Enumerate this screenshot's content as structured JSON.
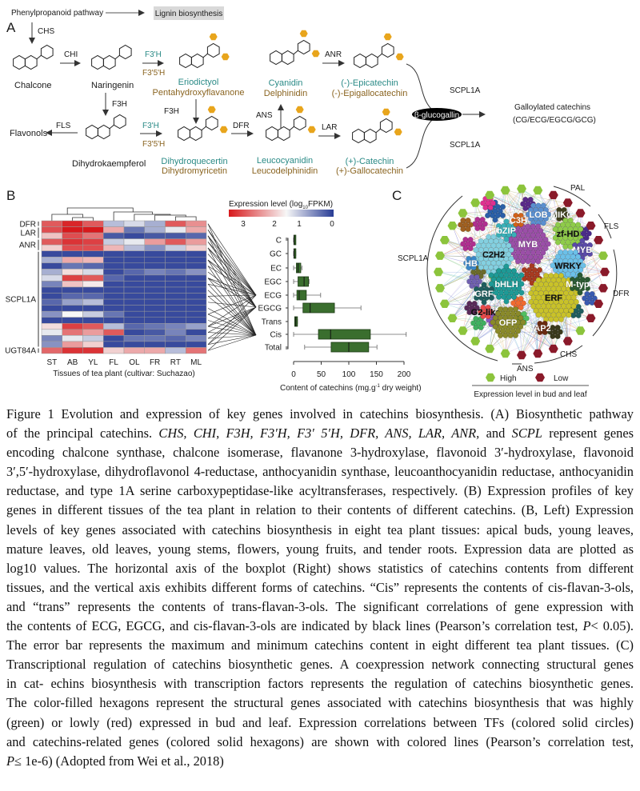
{
  "panel_a": {
    "label": "A",
    "phenylpropanoid": "Phenylpropanoid pathway",
    "lignin": "Lignin biosynthesis",
    "enzymes": {
      "chs": "CHS",
      "chi": "CHI",
      "f3h_1": "F3H",
      "f3h_2": "F3H",
      "f3ph_1": "F3'H",
      "f3p5ph_1": "F3'5'H",
      "f3ph_2": "F3'H",
      "f3p5ph_2": "F3'5'H",
      "fls": "FLS",
      "dfr": "DFR",
      "ans": "ANS",
      "anr": "ANR",
      "lar": "LAR",
      "scpl_top": "SCPL1A",
      "scpl_bottom": "SCPL1A"
    },
    "compounds": {
      "chalcone": "Chalcone",
      "naringenin": "Naringenin",
      "eriodictyol": "Eriodictyol",
      "pentahydroxyflavanone": "Pentahydroxyflavanone",
      "cyanidin": "Cyanidin",
      "delphinidin": "Delphinidin",
      "epicatechin": "(-)-Epicatechin",
      "epigallocatechin": "(-)-Epigallocatechin",
      "flavonols": "Flavonols",
      "dihydrokaempferol": "Dihydrokaempferol",
      "dihydroquercetin": "Dihydroquecertin",
      "dihydromyricetin": "Dihydromyricetin",
      "leucocyanidin": "Leucocyanidin",
      "leucodelphinidin": "Leucodelphinidin",
      "catechin": "(+)-Catechin",
      "gallocatechin": "(+)-Gallocatechin",
      "glucogallin": "β-glucogallin",
      "galloylated": "Galloylated catechins",
      "galloylated_list": "(CG/ECG/EGCG/GCG)"
    },
    "colors": {
      "teal": "#2a8a86",
      "brown": "#8a6420",
      "highlight": "#e8a51c"
    }
  },
  "panel_b": {
    "label": "B",
    "heatmap": {
      "type": "heatmap",
      "legend_title": "Expression level (log",
      "legend_sub": "10",
      "legend_unit": "FPKM)",
      "legend_ticks": [
        "3",
        "2",
        "1",
        "0"
      ],
      "range": [
        0,
        3
      ],
      "colors": {
        "high": "#d7191c",
        "mid": "#f7f7f7",
        "low": "#283c95"
      },
      "columns": [
        "ST",
        "AB",
        "YL",
        "FL",
        "OL",
        "FR",
        "RT",
        "ML"
      ],
      "xlabel": "Tissues of tea plant (cultivar: Suchazao)",
      "gene_groups": [
        {
          "name": "DFR",
          "rows": [
            0,
            0
          ]
        },
        {
          "name": "LAR",
          "rows": [
            1,
            2
          ]
        },
        {
          "name": "ANR",
          "rows": [
            3,
            4
          ]
        },
        {
          "name": "SCPL1A",
          "rows": [
            5,
            20
          ]
        },
        {
          "name": "UGT84A",
          "rows": [
            21,
            21
          ]
        }
      ],
      "values": [
        [
          2.5,
          2.9,
          2.5,
          0.9,
          1.1,
          0.8,
          2.5,
          2.1
        ],
        [
          2.6,
          3.0,
          3.0,
          1.9,
          0.4,
          0.8,
          1.2,
          1.9
        ],
        [
          1.7,
          2.6,
          2.3,
          0.2,
          0.1,
          0.2,
          0.2,
          0.3
        ],
        [
          2.5,
          2.8,
          2.7,
          1.0,
          1.2,
          2.0,
          2.5,
          2.0
        ],
        [
          1.6,
          2.6,
          2.6,
          1.8,
          0.9,
          0.6,
          1.0,
          1.6
        ],
        [
          0.1,
          0.1,
          0.1,
          0.1,
          0.1,
          0.1,
          0.1,
          0.1
        ],
        [
          0.8,
          1.9,
          1.8,
          0.1,
          0.1,
          0.1,
          0.1,
          0.1
        ],
        [
          0.1,
          0.4,
          0.3,
          0.1,
          0.1,
          0.1,
          0.1,
          0.1
        ],
        [
          0.8,
          1.5,
          1.1,
          0.1,
          0.3,
          0.5,
          0.4,
          0.6
        ],
        [
          1.1,
          2.7,
          2.5,
          0.3,
          0.1,
          0.1,
          0.1,
          0.1
        ],
        [
          0.5,
          1.7,
          1.4,
          0.1,
          0.1,
          0.1,
          0.1,
          0.1
        ],
        [
          0.1,
          0.1,
          0.1,
          0.1,
          0.1,
          0.1,
          0.1,
          0.1
        ],
        [
          0.1,
          0.3,
          0.3,
          0.1,
          0.1,
          0.1,
          0.1,
          0.1
        ],
        [
          0.3,
          0.7,
          0.9,
          0.1,
          0.1,
          0.1,
          0.1,
          0.1
        ],
        [
          0.1,
          0.1,
          0.1,
          0.1,
          0.1,
          0.1,
          0.1,
          0.1
        ],
        [
          0.6,
          1.3,
          1.0,
          0.4,
          0.1,
          0.1,
          0.1,
          0.1
        ],
        [
          0.1,
          0.1,
          0.1,
          0.1,
          0.1,
          0.1,
          0.1,
          0.1
        ],
        [
          1.5,
          2.7,
          2.5,
          0.9,
          0.3,
          0.4,
          0.5,
          0.7
        ],
        [
          1.2,
          2.3,
          2.0,
          2.5,
          0.1,
          0.2,
          0.5,
          0.1
        ],
        [
          0.5,
          1.2,
          1.0,
          0.1,
          0.4,
          0.4,
          0.3,
          0.5
        ],
        [
          0.6,
          2.0,
          1.6,
          0.1,
          0.1,
          0.1,
          0.1,
          0.1
        ],
        [
          2.4,
          2.8,
          2.8,
          1.6,
          1.9,
          1.9,
          0.9,
          2.3
        ]
      ]
    },
    "correlation_links": {
      "ECG": [
        0,
        1,
        2,
        3,
        4,
        6,
        7,
        9,
        10,
        12,
        15,
        17,
        20
      ],
      "EGCG": [
        1,
        2,
        3,
        4,
        5,
        6,
        8,
        9,
        13,
        17,
        18,
        19,
        20,
        21
      ],
      "Cis": [
        0,
        2,
        4,
        6,
        7,
        9,
        10,
        11,
        12,
        14,
        15,
        16,
        17,
        18,
        19,
        20,
        21
      ]
    },
    "boxplot": {
      "type": "box",
      "categories": [
        "C",
        "GC",
        "EC",
        "EGC",
        "ECG",
        "EGCG",
        "Trans",
        "Cis",
        "Total"
      ],
      "stats": [
        {
          "min": 0,
          "q1": 0.5,
          "median": 1,
          "q3": 2,
          "max": 2
        },
        {
          "min": 0,
          "q1": 0.5,
          "median": 1,
          "q3": 2,
          "max": 4
        },
        {
          "min": 0,
          "q1": 5,
          "median": 8,
          "q3": 13,
          "max": 15
        },
        {
          "min": 0,
          "q1": 8,
          "median": 19,
          "q3": 27,
          "max": 28
        },
        {
          "min": 0,
          "q1": 6,
          "median": 10,
          "q3": 23,
          "max": 49
        },
        {
          "min": 0,
          "q1": 17,
          "median": 30,
          "q3": 74,
          "max": 122
        },
        {
          "min": 2,
          "q1": 2,
          "median": 4,
          "q3": 7,
          "max": 7
        },
        {
          "min": 0,
          "q1": 45,
          "median": 67,
          "q3": 139,
          "max": 204
        },
        {
          "min": 20,
          "q1": 68,
          "median": 100,
          "q3": 136,
          "max": 151
        }
      ],
      "xlim": [
        0,
        200
      ],
      "xticks": [
        "0",
        "50",
        "100",
        "150",
        "200"
      ],
      "xlabel_pre": "Content of catechins (mg.g",
      "xlabel_sup": "-1",
      "xlabel_post": " dry weight)",
      "box_color": "#3a6e2e"
    }
  },
  "panel_c": {
    "label": "C",
    "gene_labels": {
      "pal": "PAL",
      "fls": "FLS",
      "scpl": "SCPL1A",
      "dfr": "DFR",
      "chs": "CHS",
      "ans": "ANS"
    },
    "structural_genes": [
      "high",
      "high",
      "low",
      "low",
      "low",
      "low",
      "low",
      "high",
      "low",
      "low",
      "low",
      "low",
      "high",
      "low",
      "low",
      "low",
      "low",
      "high",
      "high",
      "high",
      "high",
      "high",
      "high",
      "high",
      "high",
      "high",
      "high",
      "high",
      "high",
      "high",
      "high",
      "high"
    ],
    "tf_families": [
      {
        "name": "LOB",
        "members": 20,
        "color": "#5b8fcf",
        "text": "#ffffff"
      },
      {
        "name": "MIKC",
        "members": 8,
        "color": "#3d3d1c",
        "text": "#ffffff"
      },
      {
        "name": "MYB",
        "members": 60,
        "color": "#9b4fa8",
        "text": "#ffffff"
      },
      {
        "name": "C2H2",
        "members": 45,
        "color": "#84d0e0",
        "text": "#111111"
      },
      {
        "name": "HB",
        "members": 8,
        "color": "#3a87c8",
        "text": "#ffffff"
      },
      {
        "name": "zf-HD",
        "members": 25,
        "color": "#8fcc4a",
        "text": "#111111"
      },
      {
        "name": "MYB",
        "members": 10,
        "color": "#5a4aa8",
        "text": "#ffffff"
      },
      {
        "name": "WRKY",
        "members": 30,
        "color": "#6cc0e8",
        "text": "#111111"
      },
      {
        "name": "bZIP",
        "members": 10,
        "color": "#3ab0b8",
        "text": "#ffffff"
      },
      {
        "name": "C3H",
        "members": 5,
        "color": "#d0621a",
        "text": "#ffffff"
      },
      {
        "name": "bHLH",
        "members": 40,
        "color": "#1e9a96",
        "text": "#ffffff"
      },
      {
        "name": "ERF",
        "members": 75,
        "color": "#c9c22a",
        "text": "#111111"
      },
      {
        "name": "M-type",
        "members": 12,
        "color": "#2a5a32",
        "text": "#ffffff"
      },
      {
        "name": "GRF",
        "members": 10,
        "color": "#1f5e5e",
        "text": "#ffffff"
      },
      {
        "name": "G2-like",
        "members": 6,
        "color": "#e84a4a",
        "text": "#111111"
      },
      {
        "name": "OFP",
        "members": 30,
        "color": "#8a8a2a",
        "text": "#ffffff"
      },
      {
        "name": "AP2",
        "members": 8,
        "color": "#6a2a10",
        "text": "#ffffff"
      }
    ],
    "legend": {
      "high": "High",
      "low": "Low",
      "title": "Expression level in bud and leaf",
      "high_color": "#8cc43c",
      "low_color": "#8a1a2a"
    }
  },
  "caption": [
    [
      [
        "Figure 1 Evolution and expression of key genes involved in catechins biosynthesis. (A) Biosynthetic pathway",
        0
      ]
    ],
    [
      [
        "of the principal catechins. ",
        0
      ],
      [
        "CHS, CHI, F3H, F3′H, F3′ 5′H, DFR, ANS, LAR, ANR,",
        1
      ],
      [
        " and ",
        0
      ],
      [
        "SCPL",
        1
      ],
      [
        " represent genes",
        0
      ]
    ],
    [
      [
        "encoding chalcone synthase, chalcone isomerase, flavanone 3-hydroxylase, flavonoid 3′-hydroxylase, flavonoid",
        0
      ]
    ],
    [
      [
        "3′,5′-hydroxylase, dihydroflavonol 4-reductase, anthocyanidin synthase, leucoanthocyanidin reductase, anthocyanidin",
        0
      ]
    ],
    [
      [
        "reductase, and type 1A serine carboxypeptidase-like acyltransferases, respectively. (B) Expression profiles of key",
        0
      ]
    ],
    [
      [
        "genes in different tissues of the tea plant in relation to their contents of different catechins. (B, Left) Expression",
        0
      ]
    ],
    [
      [
        "levels of key genes associated with catechins biosynthesis in eight tea plant tissues: apical buds, young leaves,",
        0
      ]
    ],
    [
      [
        "mature leaves, old leaves, young stems, flowers, young fruits, and tender roots. Expression data are plotted as",
        0
      ]
    ],
    [
      [
        "log10 values. The horizontal axis of the boxplot (Right) shows statistics of catechins contents from different",
        0
      ]
    ],
    [
      [
        "tissues, and the vertical axis exhibits different forms of catechins. “Cis” represents the contents of cis-flavan-3-ols,",
        0
      ]
    ],
    [
      [
        "and “trans” represents the contents of trans-flavan-3-ols. The significant correlations of gene expression with",
        0
      ]
    ],
    [
      [
        "the contents of ECG, EGCG, and cis-flavan-3-ols are indicated by black lines (Pearson’s correlation test, ",
        0
      ],
      [
        "P",
        1
      ],
      [
        "< 0.05).",
        0
      ]
    ],
    [
      [
        "The error bar represents the maximum and minimum catechins content in eight different tea plant tissues. (C)",
        0
      ]
    ],
    [
      [
        "Transcriptional regulation of catechins biosynthetic genes. A coexpression network connecting structural genes",
        0
      ]
    ],
    [
      [
        "in cat- echins biosynthesis with transcription factors represents the regulation of catechins biosynthetic genes.",
        0
      ]
    ],
    [
      [
        "The color-filled hexagons represent the structural genes associated with catechins biosynthesis that was highly",
        0
      ]
    ],
    [
      [
        "(green) or lowly (red) expressed in bud and leaf. Expression correlations between TFs (colored solid circles)",
        0
      ]
    ],
    [
      [
        "and catechins-related genes (colored solid hexagons) are shown with colored lines (Pearson’s correlation test,",
        0
      ]
    ],
    [
      [
        "P",
        1
      ],
      [
        "≤ 1e-6) (Adopted from Wei et al., 2018)",
        0
      ]
    ]
  ]
}
